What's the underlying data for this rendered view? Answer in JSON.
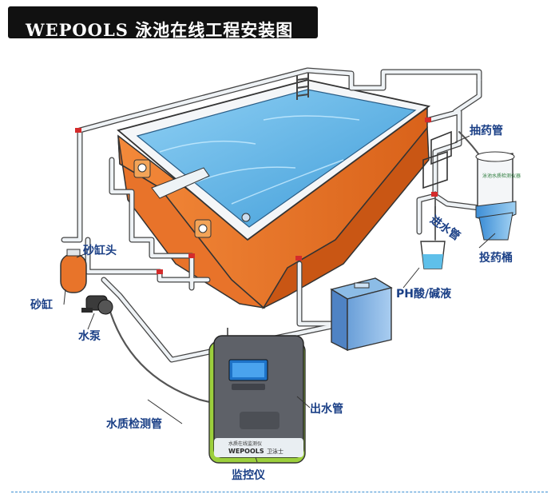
{
  "title": "WEPOOLS 泳池在线工程安装图",
  "labels": {
    "pump_dosing_pipe": "抽药管",
    "inlet_pipe": "进水管",
    "dosing_bucket": "投药桶",
    "ph_liquid": "PH酸/碱液",
    "sand_tank_head": "砂缸头",
    "sand_tank": "砂缸",
    "water_pump": "水泵",
    "quality_detect_pipe": "水质检测管",
    "outlet_pipe": "出水管",
    "monitor": "监控仪"
  },
  "device": {
    "brand": "WEPOOLS",
    "caption": "水质在线监测仪",
    "brand_suffix": "卫泳士"
  },
  "bucket_text": "泳池水质检测仪器",
  "colors": {
    "water": "#5fb3e6",
    "pool_wall": "#f07a26",
    "pipe": "#e8eef2",
    "label": "#1a3f86",
    "device_body": "#5e6168",
    "device_accent": "#9ccf3c"
  }
}
